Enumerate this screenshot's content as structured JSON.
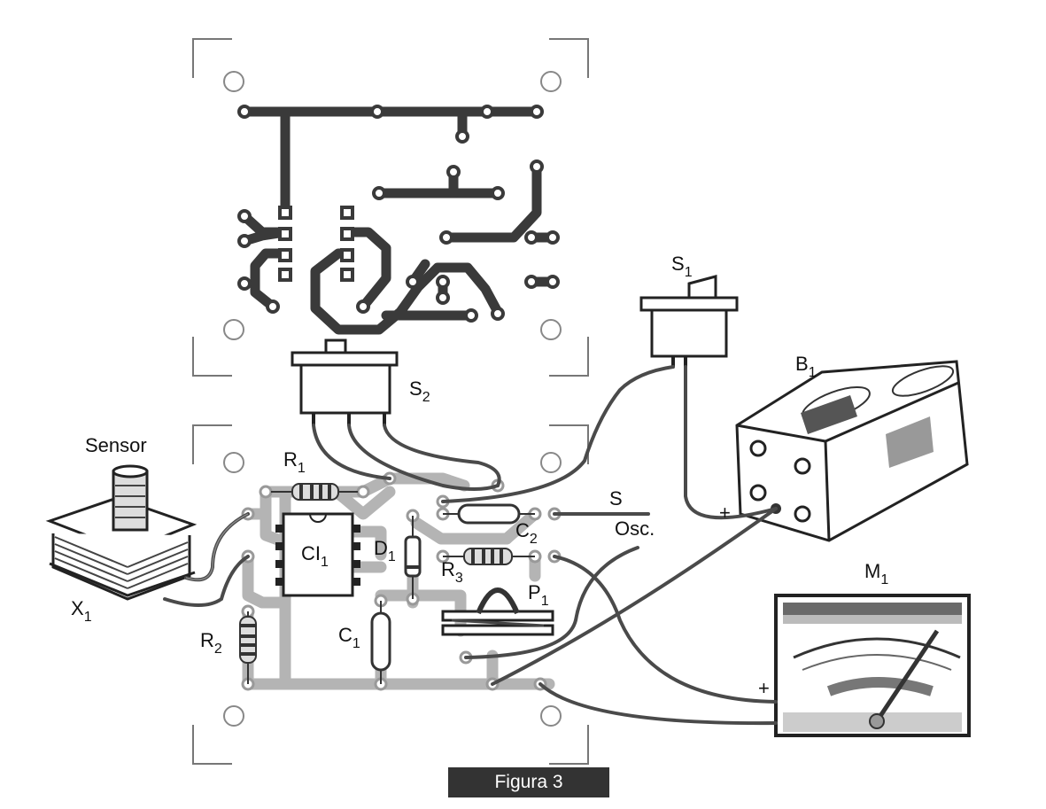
{
  "figure": {
    "caption": "Figura 3"
  },
  "labels": {
    "s1": {
      "main": "S",
      "sub": "1"
    },
    "s2": {
      "main": "S",
      "sub": "2"
    },
    "b1": {
      "main": "B",
      "sub": "1"
    },
    "m1": {
      "main": "M",
      "sub": "1"
    },
    "x1": {
      "main": "X",
      "sub": "1"
    },
    "r1": {
      "main": "R",
      "sub": "1"
    },
    "r2": {
      "main": "R",
      "sub": "2"
    },
    "r3": {
      "main": "R",
      "sub": "3"
    },
    "c1": {
      "main": "C",
      "sub": "1"
    },
    "c2": {
      "main": "C",
      "sub": "2"
    },
    "d1": {
      "main": "D",
      "sub": "1"
    },
    "p1": {
      "main": "P",
      "sub": "1"
    },
    "ci1": {
      "main": "CI",
      "sub": "1"
    },
    "sensor": "Sensor",
    "s_out": "S",
    "osc": "Osc.",
    "battery_plus": "+",
    "meter_plus": "+"
  },
  "colors": {
    "trace_dark": "#3a3a3a",
    "trace_light": "#b4b4b4",
    "wire": "#4a4a4a",
    "caption_bg": "#333333",
    "caption_fg": "#ffffff"
  }
}
